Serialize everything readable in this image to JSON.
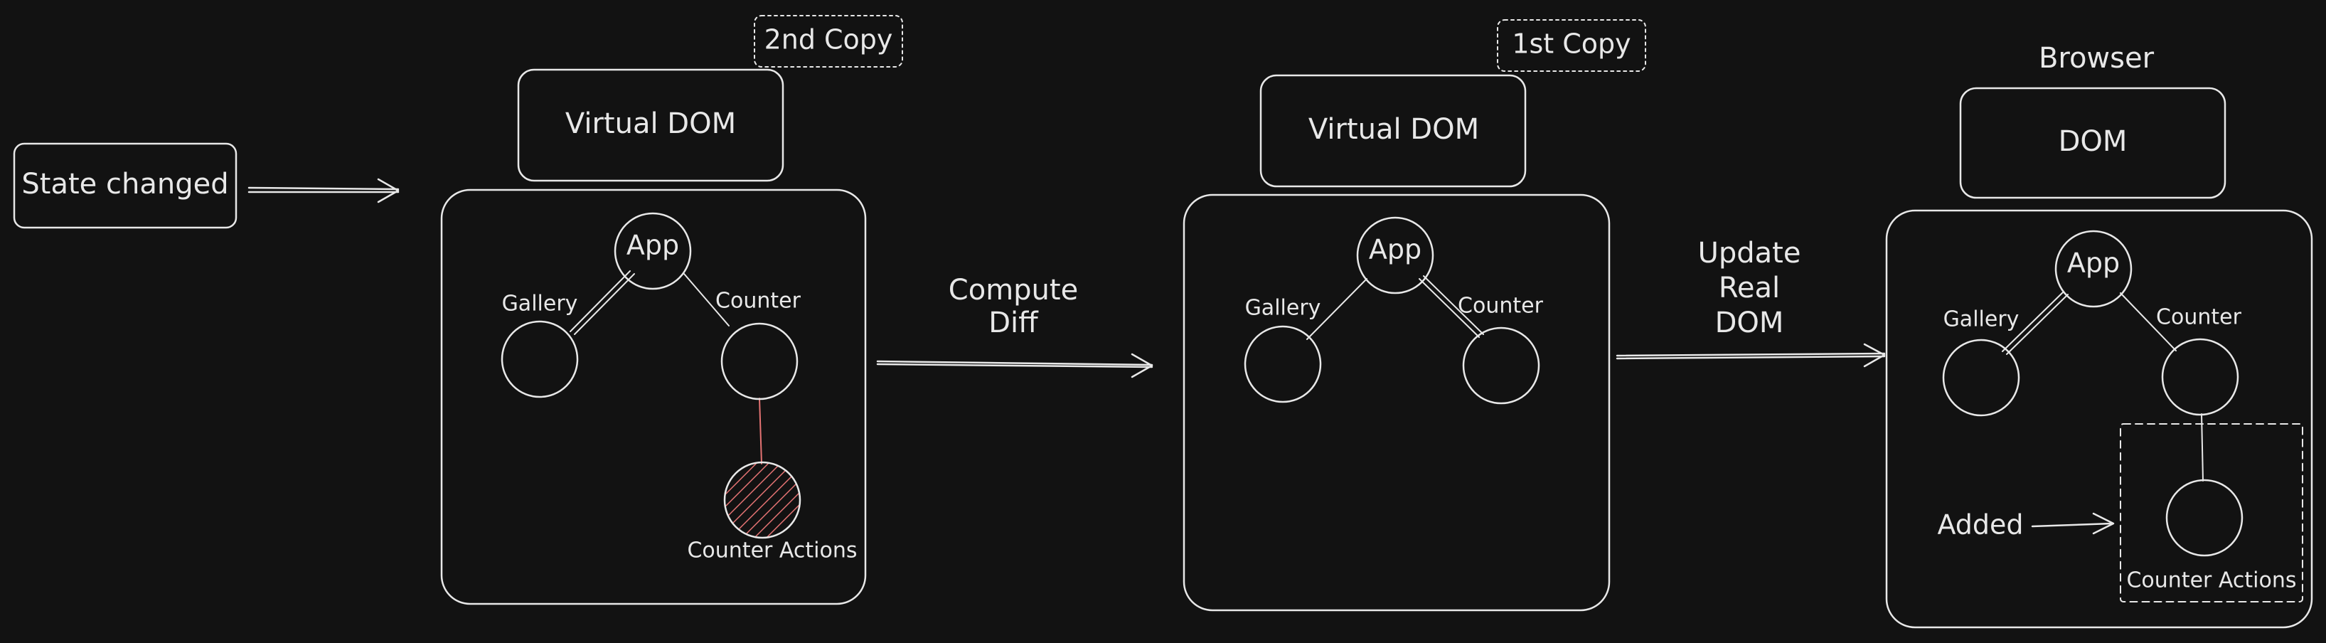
{
  "labels": {
    "state_changed": "State changed",
    "copy_2nd": "2nd Copy",
    "copy_1st": "1st Copy",
    "browser": "Browser",
    "vdom_left": "Virtual DOM",
    "vdom_middle": "Virtual DOM",
    "dom": "DOM",
    "compute_diff_1": "Compute",
    "compute_diff_2": "Diff",
    "update_1": "Update",
    "update_2": "Real",
    "update_3": "DOM",
    "added": "Added"
  },
  "trees": {
    "left": {
      "app": "App",
      "gallery": "Gallery",
      "counter": "Counter",
      "counter_actions": "Counter Actions"
    },
    "middle": {
      "app": "App",
      "gallery": "Gallery",
      "counter": "Counter"
    },
    "right": {
      "app": "App",
      "gallery": "Gallery",
      "counter": "Counter",
      "counter_actions": "Counter Actions"
    }
  },
  "colors": {
    "background": "#121212",
    "stroke": "#e8e8e8",
    "highlight": "#e57373"
  }
}
